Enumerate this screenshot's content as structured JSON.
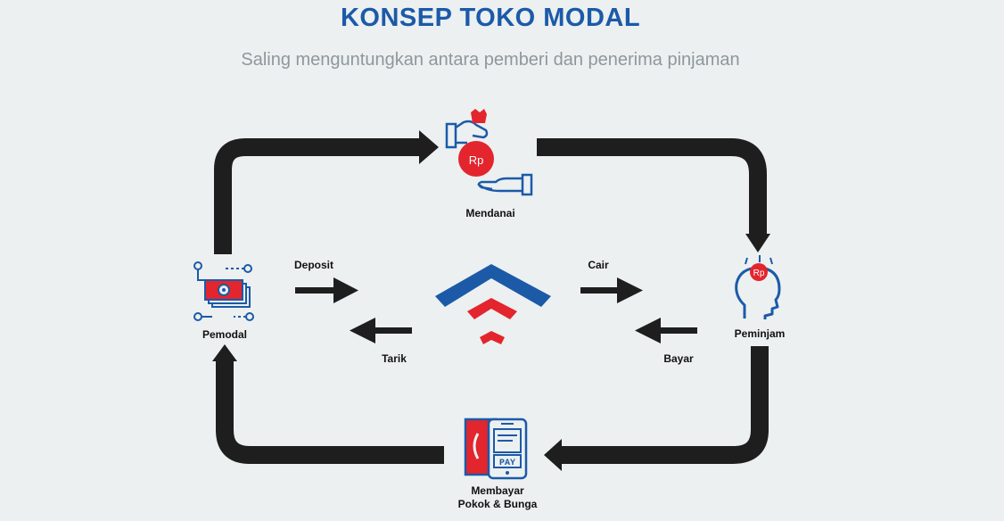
{
  "header": {
    "title": "KONSEP TOKO MODAL",
    "subtitle": "Saling menguntungkan antara pemberi dan penerima pinjaman"
  },
  "nodes": {
    "mendanai": "Mendanai",
    "pemodal": "Pemodal",
    "peminjam": "Peminjam",
    "membayar": "Membayar\nPokok & Bunga"
  },
  "flows": {
    "deposit": "Deposit",
    "tarik": "Tarik",
    "cair": "Cair",
    "bayar": "Bayar"
  },
  "icons": {
    "mendanai_badge": "Rp",
    "peminjam_badge": "Rp",
    "pay_text": "PAY"
  },
  "colors": {
    "brand_blue": "#1c5aa8",
    "accent_red": "#e3252d",
    "arrow": "#1e1e1e"
  }
}
